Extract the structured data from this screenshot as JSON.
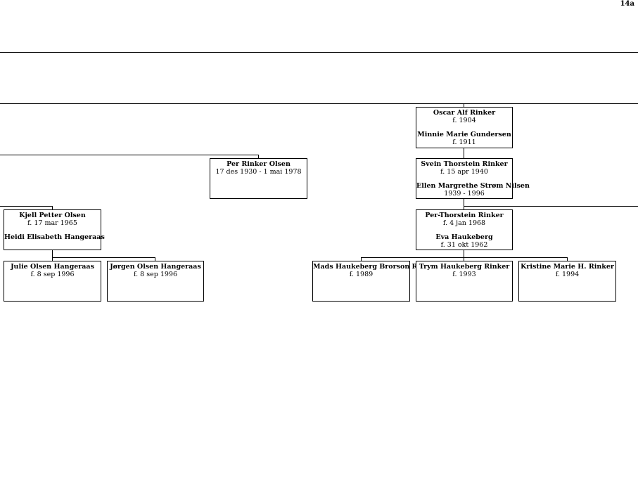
{
  "page_number": "14a",
  "persons": {
    "oscar": {
      "name": "Oscar Alf Rinker",
      "date": "f. 1904",
      "spouse": "Minnie Marie Gundersen",
      "spouse_date": "f. 1911"
    },
    "per_rinker": {
      "name": "Per Rinker Olsen",
      "date": "17 des 1930 - 1 mai 1978"
    },
    "svein": {
      "name": "Svein Thorstein Rinker",
      "date": "f. 15 apr 1940",
      "spouse": "Ellen Margrethe Strøm Nilsen",
      "spouse_date": "1939 - 1996"
    },
    "kjell": {
      "name": "Kjell Petter Olsen",
      "date": "f. 17 mar 1965",
      "spouse": "Heidi Elisabeth Hangeraas"
    },
    "per_thorstein": {
      "name": "Per-Thorstein Rinker",
      "date": "f. 4 jan 1968",
      "spouse": "Eva Haukeberg",
      "spouse_date": "f. 31 okt 1962"
    },
    "julie": {
      "name": "Julie Olsen Hangeraas",
      "date": "f. 8 sep 1996"
    },
    "jorgen": {
      "name": "Jørgen Olsen Hangeraas",
      "date": "f. 8 sep 1996"
    },
    "mads": {
      "name": "Mads Haukeberg Brorson Rinker",
      "date": "f. 1989"
    },
    "trym": {
      "name": "Trym Haukeberg Rinker",
      "date": "f. 1993"
    },
    "kristine": {
      "name": "Kristine Marie H. Rinker",
      "date": "f. 1994"
    }
  }
}
